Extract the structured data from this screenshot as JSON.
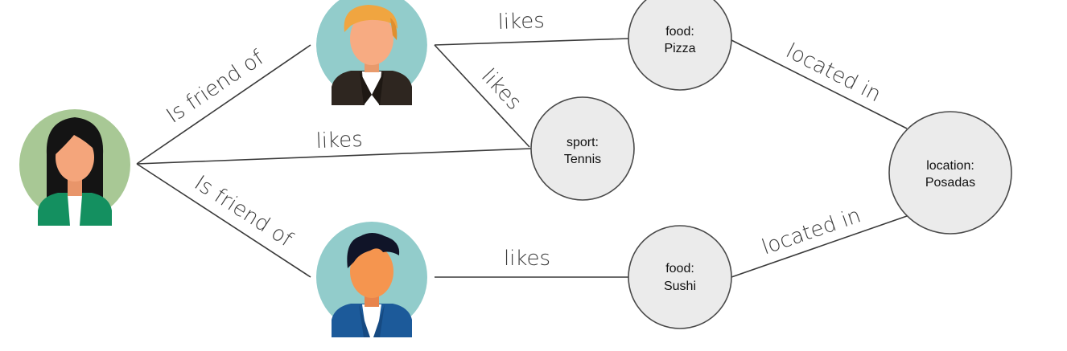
{
  "people": {
    "woman": {
      "icon": "woman-avatar-icon",
      "bg_color": "#a8c895",
      "hair_color": "#141414",
      "jacket_color": "#149060"
    },
    "man_blond": {
      "icon": "man-blond-avatar-icon",
      "bg_color": "#92cccb",
      "hair_color": "#f0a540",
      "jacket_color": "#2e2620"
    },
    "man_dark": {
      "icon": "man-dark-avatar-icon",
      "bg_color": "#92cccb",
      "hair_color": "#101428",
      "jacket_color": "#1c5a9a"
    }
  },
  "entities": {
    "pizza": {
      "type": "food:",
      "value": "Pizza"
    },
    "tennis": {
      "type": "sport:",
      "value": "Tennis"
    },
    "sushi": {
      "type": "food:",
      "value": "Sushi"
    },
    "posadas": {
      "type": "location:",
      "value": "Posadas"
    }
  },
  "relations": {
    "woman_friend_blond": "Is friend of",
    "woman_friend_dark": "Is friend of",
    "woman_likes_tennis": "likes",
    "blond_likes_pizza": "likes",
    "blond_likes_tennis": "likes",
    "dark_likes_sushi": "likes",
    "pizza_located_posadas": "located in",
    "sushi_located_posadas": "located in"
  }
}
